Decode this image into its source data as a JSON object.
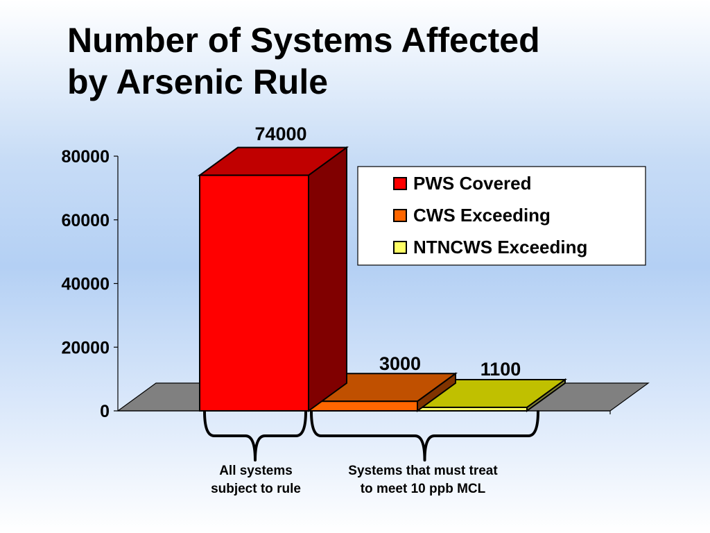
{
  "title_lines": [
    "Number of Systems Affected",
    "by Arsenic Rule"
  ],
  "chart_data": {
    "type": "bar",
    "title": "Number of Systems Affected by Arsenic Rule",
    "xlabel": "",
    "ylabel": "",
    "categories": [
      "PWS Covered",
      "CWS Exceeding",
      "NTNCWS Exceeding"
    ],
    "series": [
      {
        "name": "PWS Covered",
        "values": [
          74000
        ],
        "color": "#ff0000",
        "label": "74000"
      },
      {
        "name": "CWS Exceeding",
        "values": [
          3000
        ],
        "color": "#ff6600",
        "label": "3000"
      },
      {
        "name": "NTNCWS Exceeding",
        "values": [
          1100
        ],
        "color": "#ffff66",
        "label": "1100"
      }
    ],
    "ylim": [
      0,
      80000
    ],
    "yticks": [
      0,
      20000,
      40000,
      60000,
      80000
    ],
    "ytick_labels": [
      "0",
      "20000",
      "40000",
      "60000",
      "80000"
    ],
    "grid": false,
    "legend": "top-right",
    "style": "3d-column"
  },
  "annotations": {
    "brace_left": "All systems subject to rule",
    "brace_left_lines": [
      "All systems",
      "subject to rule"
    ],
    "brace_right": "Systems that must treat to meet 10 ppb MCL",
    "brace_right_lines": [
      "Systems that must treat",
      "to meet 10 ppb MCL"
    ]
  },
  "colors": {
    "floor": "#808080",
    "pws_top": "#c00000",
    "pws_side": "#800000",
    "cws_top": "#c05000",
    "ntncws_top": "#c0c000"
  }
}
